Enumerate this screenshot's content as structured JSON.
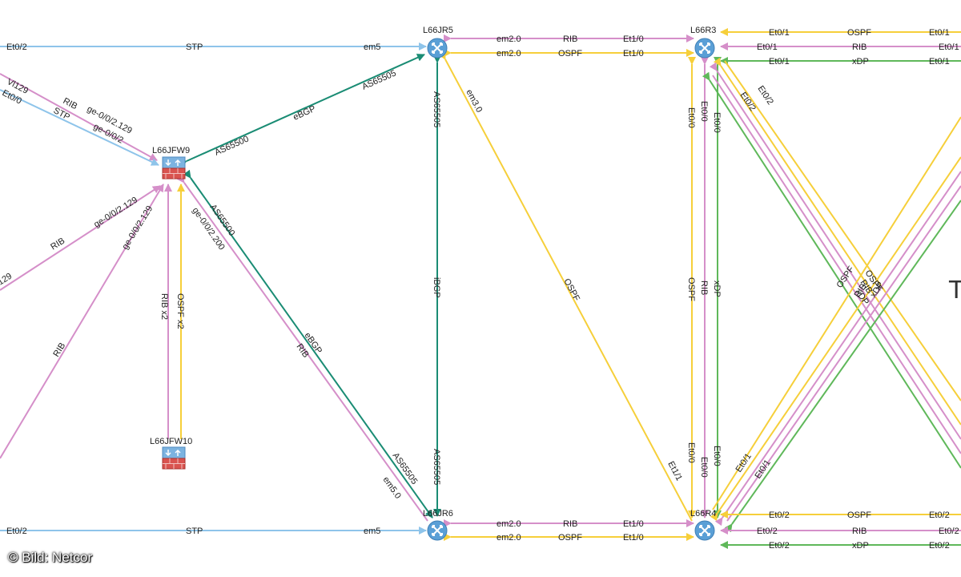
{
  "colors": {
    "stp": "#8ec4ea",
    "rib": "#d58fc9",
    "ospf": "#f6cf3a",
    "bgp": "#1a8c74",
    "xdp": "#5fb85a",
    "router": "#5a9fd6",
    "firewall_top": "#7cb3e0",
    "firewall_bottom": "#d9534f"
  },
  "icons": {
    "router": "router-icon",
    "firewall": "firewall-icon"
  },
  "nodes": {
    "jr5": "L66JR5",
    "r3": "L66R3",
    "jfw9": "L66JFW9",
    "jfw10": "L66JFW10",
    "jr6": "L66JR6",
    "r4": "L66R4"
  },
  "links": {
    "l1": {
      "left": "Et0/2",
      "mid": "STP",
      "right": "em5"
    },
    "l2": {
      "left": "em2.0",
      "mid": "RIB",
      "right": "Et1/0"
    },
    "l3": {
      "left": "em2.0",
      "mid": "OSPF",
      "right": "Et1/0"
    },
    "l4": {
      "left": "Et0/1",
      "mid": "OSPF",
      "right": "Et0/1"
    },
    "l5": {
      "left": "Et0/1",
      "mid": "RIB",
      "right": "Et0/1"
    },
    "l6": {
      "left": "Et0/1",
      "mid": "xDP",
      "right": "Et0/1"
    },
    "l7": {
      "a": "Vl129",
      "b": "Et0/0"
    },
    "l8": {
      "a": "RIB",
      "b": "ge-0/0/2.129"
    },
    "l9": {
      "a": "STP",
      "b": "ge-0/0/2"
    },
    "l10": {
      "a": "AS65500",
      "b": "eBGP",
      "c": "AS65505"
    },
    "l11": {
      "a": "AS65505",
      "b": "iBGP",
      "c": "AS65505"
    },
    "l12": {
      "a": "em3.0",
      "b": "OSPF",
      "c": "Et1/1"
    },
    "l13": {
      "a": "129",
      "b": "RIB",
      "c": "ge-0/0/2.129"
    },
    "l14": {
      "a": "RIB",
      "b": "ge-0/0/2.129"
    },
    "l15": {
      "a": "RIB x2",
      "b": "OSPF x2"
    },
    "l16": {
      "a": "ge-0/0/2.200",
      "b": "RIB",
      "c": "em5.0"
    },
    "l17": {
      "a": "AS65500",
      "b": "eBGP",
      "c": "AS65505"
    },
    "l18": {
      "a": "Et0/0",
      "b": "OSPF",
      "c": "Et0/0"
    },
    "l19": {
      "a": "Et0/0",
      "b": "RIB",
      "c": "Et0/0"
    },
    "l20": {
      "a": "Et0/0",
      "b": "xDP",
      "c": "Et0/0"
    },
    "l21": {
      "a": "Et0/2",
      "b": "Et0/2"
    },
    "l22": {
      "a": "OSPF",
      "b": "RIB",
      "c": "xDP"
    },
    "l23": {
      "a": "OSPF",
      "b": "RIB",
      "c": "xDP"
    },
    "l24": {
      "a": "Et0/1",
      "b": "Et0/1"
    },
    "l25": {
      "left": "Et0/2",
      "mid": "STP",
      "right": "em5"
    },
    "l26": {
      "left": "em2.0",
      "mid": "RIB",
      "right": "Et1/0"
    },
    "l27": {
      "left": "em2.0",
      "mid": "OSPF",
      "right": "Et1/0"
    },
    "l28": {
      "left": "Et0/2",
      "mid": "OSPF",
      "right": "Et0/2"
    },
    "l29": {
      "left": "Et0/2",
      "mid": "RIB",
      "right": "Et0/2"
    },
    "l30": {
      "left": "Et0/2",
      "mid": "xDP",
      "right": "Et0/2"
    }
  },
  "edge_glyph": "T",
  "credit": "© Bild: Netcor"
}
